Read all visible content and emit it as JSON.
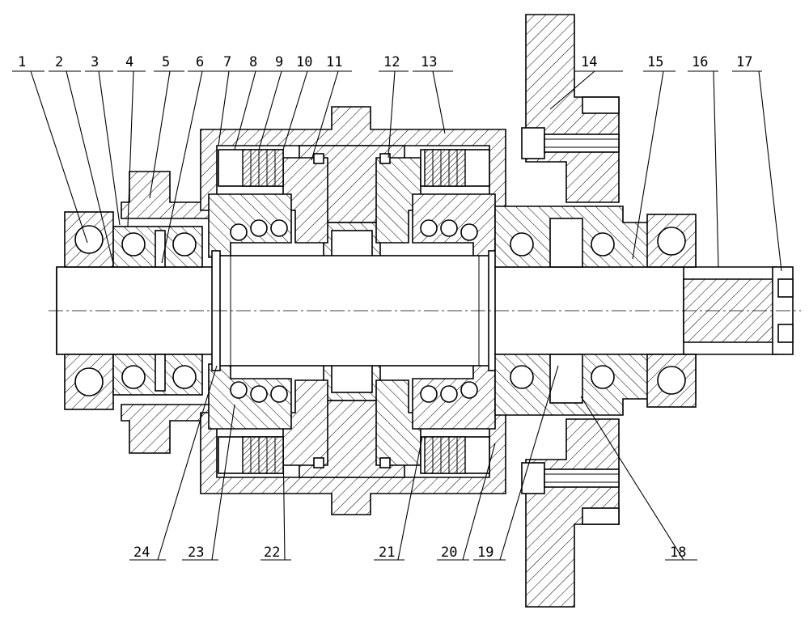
{
  "diagram": {
    "labels_top": [
      "1",
      "2",
      "3",
      "4",
      "5",
      "6",
      "7",
      "8",
      "9",
      "10",
      "11",
      "12",
      "13",
      "14",
      "15",
      "16",
      "17"
    ],
    "labels_bottom": [
      "24",
      "23",
      "22",
      "21",
      "20",
      "19",
      "18"
    ]
  }
}
